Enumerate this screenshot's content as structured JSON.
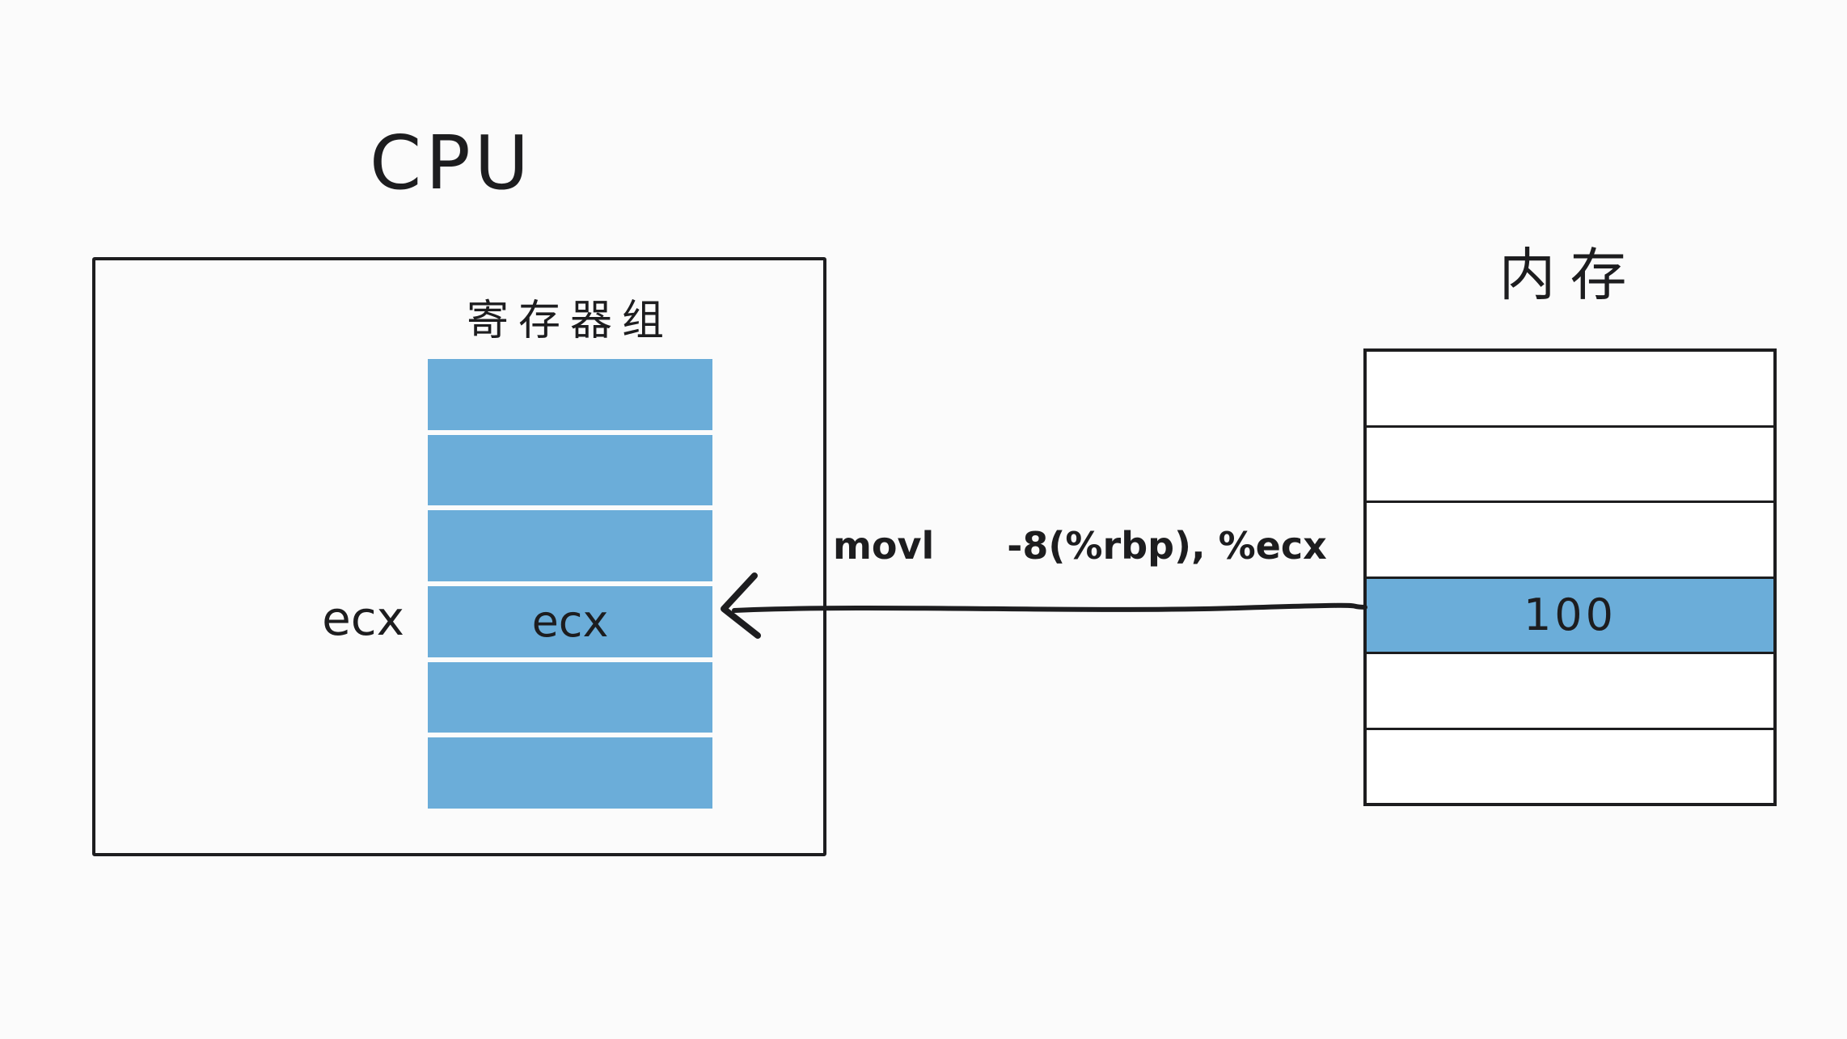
{
  "cpu": {
    "title": "CPU",
    "register_group_label": "寄存器组",
    "register_row_count": 6,
    "highlighted_row": 4,
    "register_value": "ecx",
    "pointer_label": "ecx"
  },
  "memory": {
    "title": "内存",
    "row_count": 6,
    "highlighted_row": 4,
    "highlighted_value": "100"
  },
  "instruction": {
    "mnemonic": "movl",
    "operands": "-8(%rbp), %ecx"
  },
  "arrow": {
    "direction": "memory-to-register"
  },
  "colors": {
    "highlight_blue": "#6badd9",
    "ink_black": "#1d1d1f",
    "background": "#fbfbfb"
  }
}
